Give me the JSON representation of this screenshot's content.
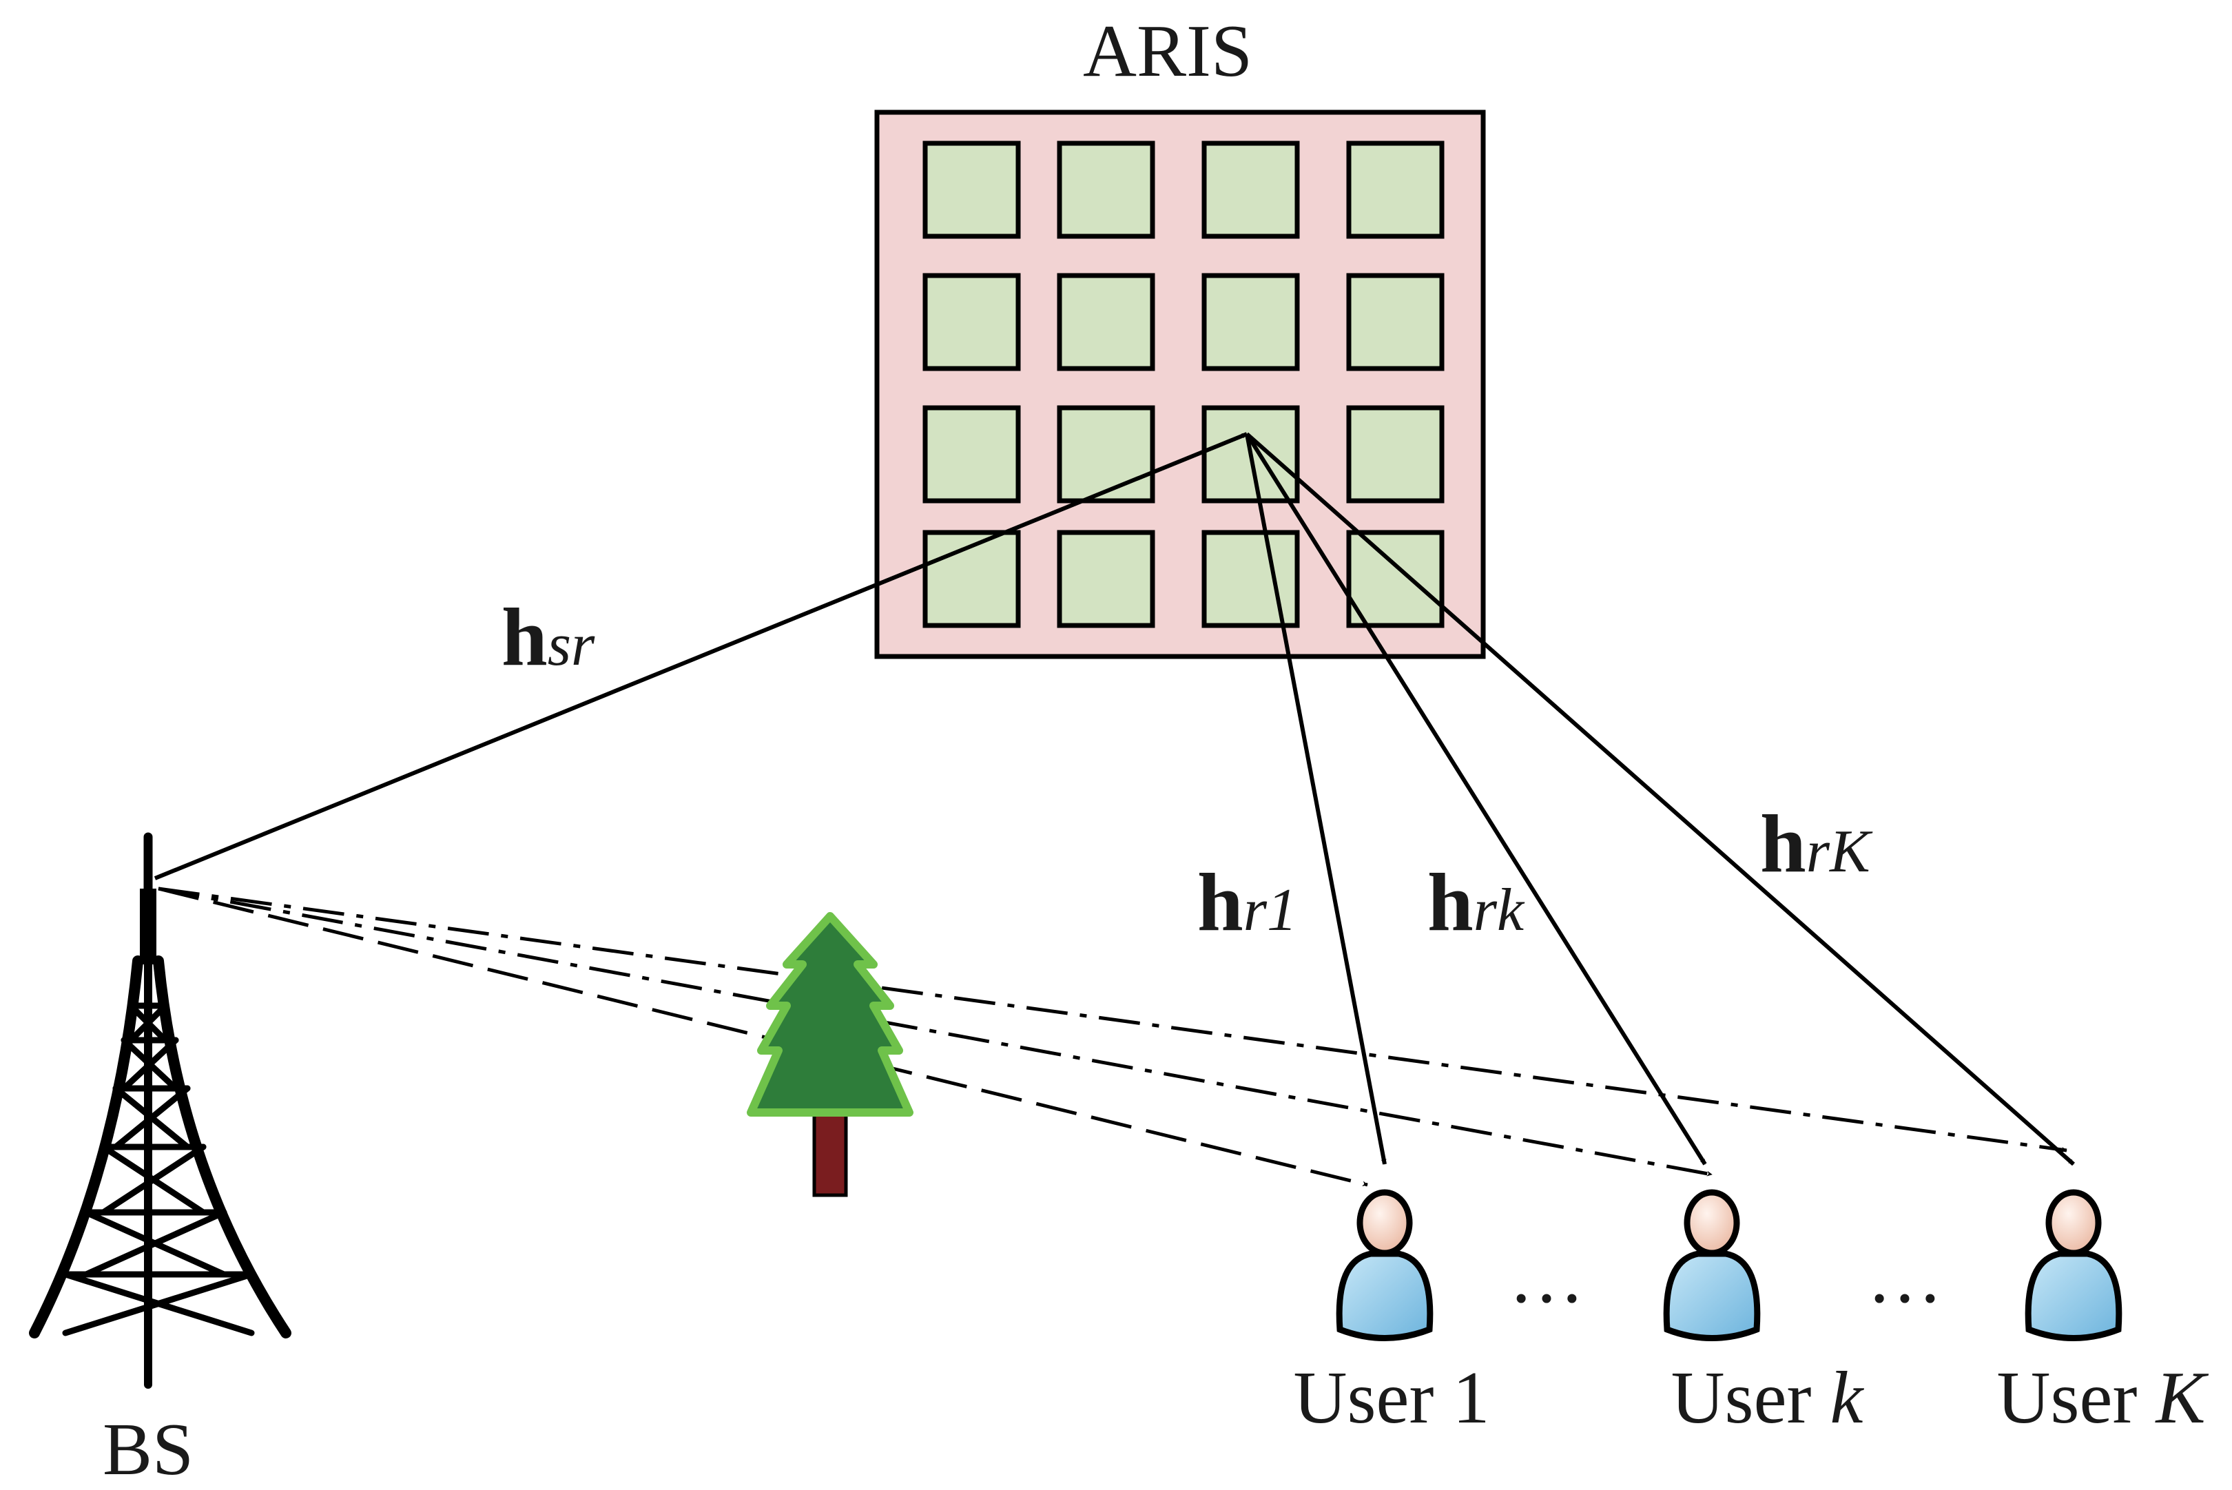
{
  "aris": {
    "label": "ARIS",
    "panel_color": "#f2d3d3",
    "element_color": "#d3e3c2"
  },
  "bs": {
    "label": "BS"
  },
  "channels": {
    "hsr": {
      "symbol": "h",
      "subscript": "sr"
    },
    "hr1": {
      "symbol": "h",
      "subscript": "r1"
    },
    "hrk": {
      "symbol": "h",
      "subscript": "rk"
    },
    "hrK": {
      "symbol": "h",
      "subscript": "rK"
    }
  },
  "users": [
    {
      "prefix": "User",
      "index": "1"
    },
    {
      "prefix": "User",
      "index": "k"
    },
    {
      "prefix": "User",
      "index": "K"
    }
  ],
  "ellipsis": "…",
  "tree": {
    "foliage_color": "#2e7d3a",
    "trunk_color": "#7a1d1f"
  },
  "user_icon": {
    "shirt_color": "#8ec9ea",
    "skin_color": "#f6d2c2"
  }
}
